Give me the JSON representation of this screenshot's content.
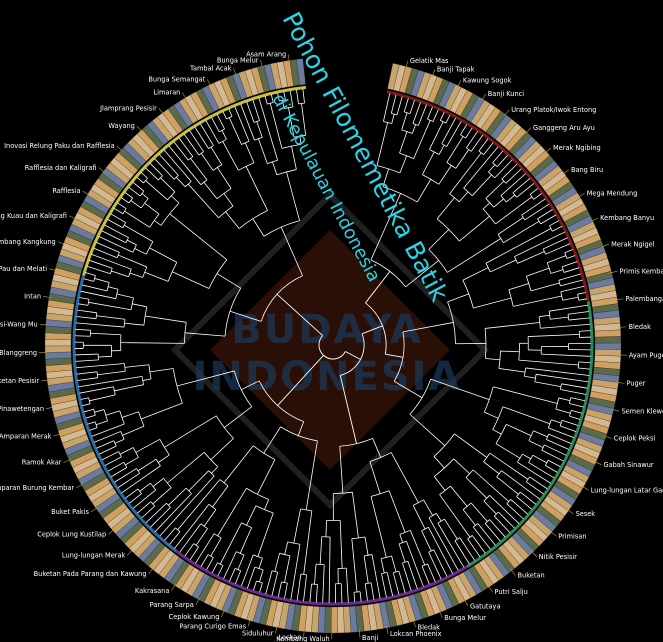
{
  "title": {
    "main": "Pohon Filomemetika Batik",
    "sub": "di Kepulauan Indonesia"
  },
  "watermark": {
    "line1": "BUDAYA",
    "line2": "INDONESIA"
  },
  "colors": {
    "background": "#000000",
    "title": "#29d4e6",
    "branches": "#ffffff",
    "watermark_fill": "#5a2410",
    "watermark_text": "#1c3a5c"
  },
  "labels": [
    {
      "text": "Gelatik Mas"
    },
    {
      "text": "Banji Tapak"
    },
    {
      "text": "Kawung Sogok"
    },
    {
      "text": "Banji Kunci"
    },
    {
      "text": "Urang Platok/Iwok Entong"
    },
    {
      "text": "Ganggeng Aru Ayu"
    },
    {
      "text": "Merak Ngibing"
    },
    {
      "text": "Bang Biru"
    },
    {
      "text": "Mega Mendung"
    },
    {
      "text": "Kembang Banyu"
    },
    {
      "text": "Merak Ngigel"
    },
    {
      "text": "Primis Kembang Hijau"
    },
    {
      "text": "Palembangan Kembang Jambon"
    },
    {
      "text": "Bledak"
    },
    {
      "text": "Ayam Puger"
    },
    {
      "text": "Puger"
    },
    {
      "text": "Semen Klewer"
    },
    {
      "text": "Ceplok Peksi"
    },
    {
      "text": "Gabah Sinawur"
    },
    {
      "text": "Lung-lungan Latar Gadar"
    },
    {
      "text": "Sesek"
    },
    {
      "text": "Primisan"
    },
    {
      "text": "Nitik Pesisir"
    },
    {
      "text": "Buketan"
    },
    {
      "text": "Putri Salju"
    },
    {
      "text": "Gatutaya"
    },
    {
      "text": "Bunga Melur"
    },
    {
      "text": "Bledak"
    },
    {
      "text": "Lokcan Phoenix"
    },
    {
      "text": "Banji"
    },
    {
      "text": "Kembang Waluh"
    },
    {
      "text": "Lockan"
    },
    {
      "text": "Siduluhur"
    },
    {
      "text": "Parang Curigo Emas"
    },
    {
      "text": "Ceplok Kawung"
    },
    {
      "text": "Parang Sarpa"
    },
    {
      "text": "Kakrasana"
    },
    {
      "text": "Buketan Pada Parang dan Kawung"
    },
    {
      "text": "Lung-lungan Merak"
    },
    {
      "text": "Ceplok Lung Kustilap"
    },
    {
      "text": "Buket Pakis"
    },
    {
      "text": "Amparan Burung Kembar"
    },
    {
      "text": "Ramok Akar"
    },
    {
      "text": "Amparan Merak"
    },
    {
      "text": "Pinawetengan"
    },
    {
      "text": "Buketan Pesisir"
    },
    {
      "text": "Teratai Latar Blanggreng"
    },
    {
      "text": "Dewi Hsi-Wang Mu"
    },
    {
      "text": "Intan"
    },
    {
      "text": "Kembang Pau dan Melati"
    },
    {
      "text": "Kembang Kangkung"
    },
    {
      "text": "Inovasi Rafflesia, Burung Kuau dan Kaligrafi"
    },
    {
      "text": "Rafflesia"
    },
    {
      "text": "Rafflesia dan Kaligrafi"
    },
    {
      "text": "Inovasi Relung Paku dan Rafflesia"
    },
    {
      "text": "Wayang"
    },
    {
      "text": "Jlamprang Pesisir"
    },
    {
      "text": "Limaran"
    },
    {
      "text": "Bunga Semangat"
    },
    {
      "text": "Tambal Acak"
    },
    {
      "text": "Bunga Melur"
    },
    {
      "text": "Asam Arang"
    }
  ]
}
